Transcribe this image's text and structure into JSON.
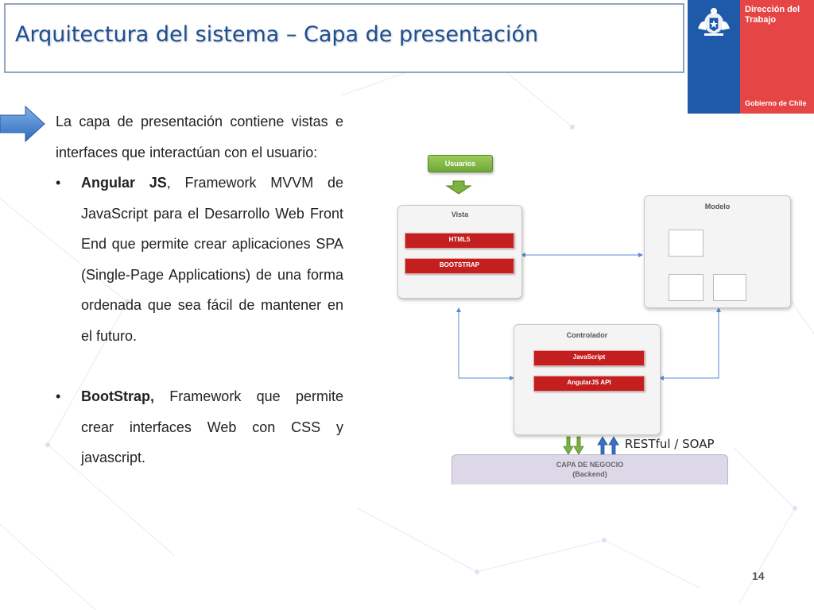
{
  "slide": {
    "title": "Arquitectura del sistema – Capa de presentación",
    "page_number": "14"
  },
  "logo": {
    "title_line1": "Dirección del",
    "title_line2": "Trabajo",
    "subtitle": "Gobierno de Chile",
    "colors": {
      "blue": "#1e5aa8",
      "red": "#e64545"
    }
  },
  "content": {
    "intro": "La capa de presentación contiene vistas e interfaces que interactúan con el usuario:",
    "bullets": [
      {
        "bullet_char": "•",
        "bold": "Angular JS",
        "text": ", Framework MVVM de JavaScript para el Desarrollo Web Front End que permite crear aplicaciones SPA (Single-Page Applications) de una forma ordenada que sea fácil de mantener en el futuro."
      },
      {
        "bullet_char": "•",
        "bold": "BootStrap,",
        "text": " Framework que permite crear interfaces Web con CSS y javascript."
      }
    ]
  },
  "diagram": {
    "usuarios": "Usuarios",
    "vista": {
      "label": "Vista",
      "items": [
        "HTML5",
        "BOOTSTRAP"
      ]
    },
    "modelo": {
      "label": "Modelo"
    },
    "controlador": {
      "label": "Controlador",
      "items": [
        "JavaScript",
        "AngularJS API"
      ]
    },
    "capa_negocio": {
      "line1": "CAPA DE NEGOCIO",
      "line2": "(Backend)"
    },
    "protocol": "RESTful / SOAP",
    "colors": {
      "accent_red": "#c41f1f",
      "green": "#6fa73a",
      "arrow_blue": "#3a6fc4"
    }
  }
}
